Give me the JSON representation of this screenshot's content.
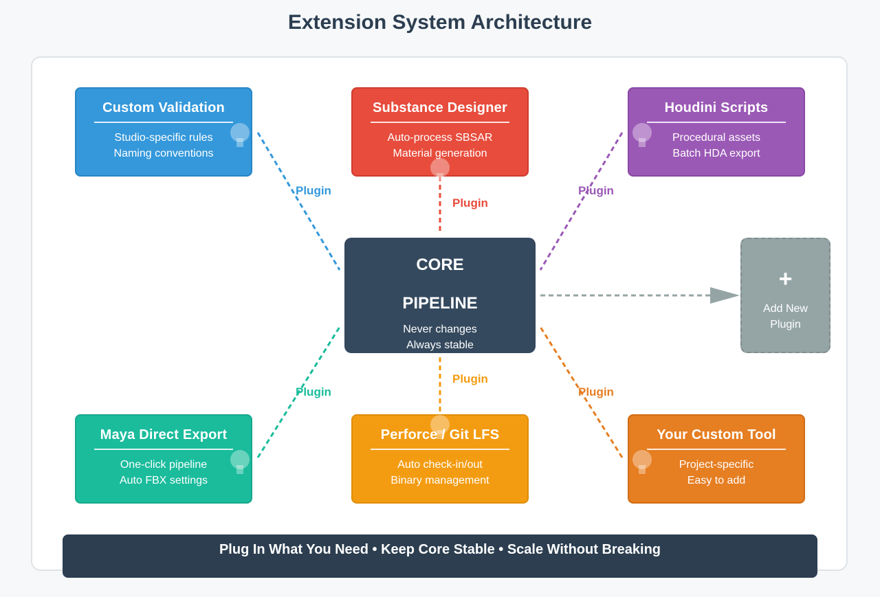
{
  "title": "Extension System Architecture",
  "core": {
    "title_line1": "CORE",
    "title_line2": "PIPELINE",
    "line1": "Never changes",
    "line2": "Always stable",
    "color": "#34495e"
  },
  "plugins": [
    {
      "id": "custom-validation",
      "title": "Custom Validation",
      "line1": "Studio-specific rules",
      "line2": "Naming conventions",
      "color": "#3498db",
      "label": "Plugin"
    },
    {
      "id": "substance-designer",
      "title": "Substance Designer",
      "line1": "Auto-process SBSAR",
      "line2": "Material generation",
      "color": "#e74c3c",
      "label": "Plugin"
    },
    {
      "id": "houdini-scripts",
      "title": "Houdini Scripts",
      "line1": "Procedural assets",
      "line2": "Batch HDA export",
      "color": "#9b59b6",
      "label": "Plugin"
    },
    {
      "id": "maya-direct-export",
      "title": "Maya Direct Export",
      "line1": "One-click pipeline",
      "line2": "Auto FBX settings",
      "color": "#1abc9c",
      "label": "Plugin"
    },
    {
      "id": "perforce-git-lfs",
      "title": "Perforce / Git LFS",
      "line1": "Auto check-in/out",
      "line2": "Binary management",
      "color": "#f39c12",
      "label": "Plugin"
    },
    {
      "id": "your-custom-tool",
      "title": "Your Custom Tool",
      "line1": "Project-specific",
      "line2": "Easy to add",
      "color": "#e67e22",
      "label": "Plugin"
    }
  ],
  "add_new": {
    "icon": "plus-icon",
    "symbol": "+",
    "line1": "Add New",
    "line2": "Plugin",
    "color": "#95a5a6"
  },
  "banner": "Plug In What You Need • Keep Core Stable • Scale Without Breaking"
}
